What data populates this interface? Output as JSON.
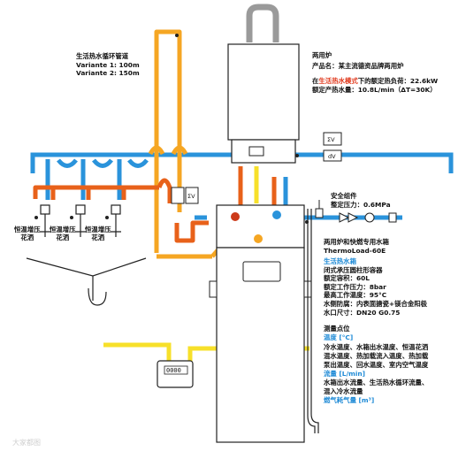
{
  "circulation": {
    "title": "生活热水循环管道",
    "v1": "Variante 1: 100m",
    "v2": "Variante 2: 150m"
  },
  "boiler": {
    "title": "两用炉",
    "product": "产品名：某主流德资品牌两用炉",
    "load_prefix": "在",
    "load_mode": "生活热水模式",
    "load_suffix": "下的额定热负荷：22.6kW",
    "flow": "额定产热水量：10.8L/min（ΔT=30K）"
  },
  "safety": {
    "title": "安全组件",
    "pressure": "整定压力：0.6MPa"
  },
  "tank": {
    "title": "两用炉和快燃专用水箱",
    "model": "ThermoLoad-60E",
    "section": "生活热水箱",
    "lines": [
      "闭式承压圆柱形容器",
      "额定容积：60L",
      "额定工作压力：8bar",
      "最高工作温度：95°C",
      "水侧防腐：内表面搪瓷+镁合金阳极",
      "水口尺寸：DN20 G0.75"
    ]
  },
  "measure": {
    "title": "测量点位",
    "temp_title": "温度 [°C]",
    "temp_lines": [
      "冷水温度、水箱出水温度、恒温花洒",
      "混水温度、热加载流入温度、热加载",
      "泵出温度、回水温度、室内空气温度"
    ],
    "flow_title": "流量 [L/min]",
    "flow_lines": [
      "水箱出水流量、生活热水循环流量、",
      "混入冷水流量"
    ],
    "gas_title": "燃气耗气量 [m³]"
  },
  "showers": [
    {
      "line1": "恒温增压",
      "line2": "花洒"
    },
    {
      "line1": "恒温增压",
      "line2": "花洒"
    },
    {
      "line1": "恒温增压",
      "line2": "花洒"
    }
  ],
  "gas_meter": {
    "reading": "0000"
  },
  "valves": {
    "sigma": "ΣV",
    "dv": "dV"
  },
  "watermark": "大家都图",
  "colors": {
    "cold": "#2a93db",
    "hot": "#f5a623",
    "heat": "#e8611a",
    "gas": "#f7e02a"
  },
  "icons": [
    "thermometer-icon",
    "flow-meter-icon",
    "gas-meter-icon",
    "safety-valve-icon",
    "check-valve-icon",
    "pump-icon",
    "shower-valve-icon"
  ]
}
